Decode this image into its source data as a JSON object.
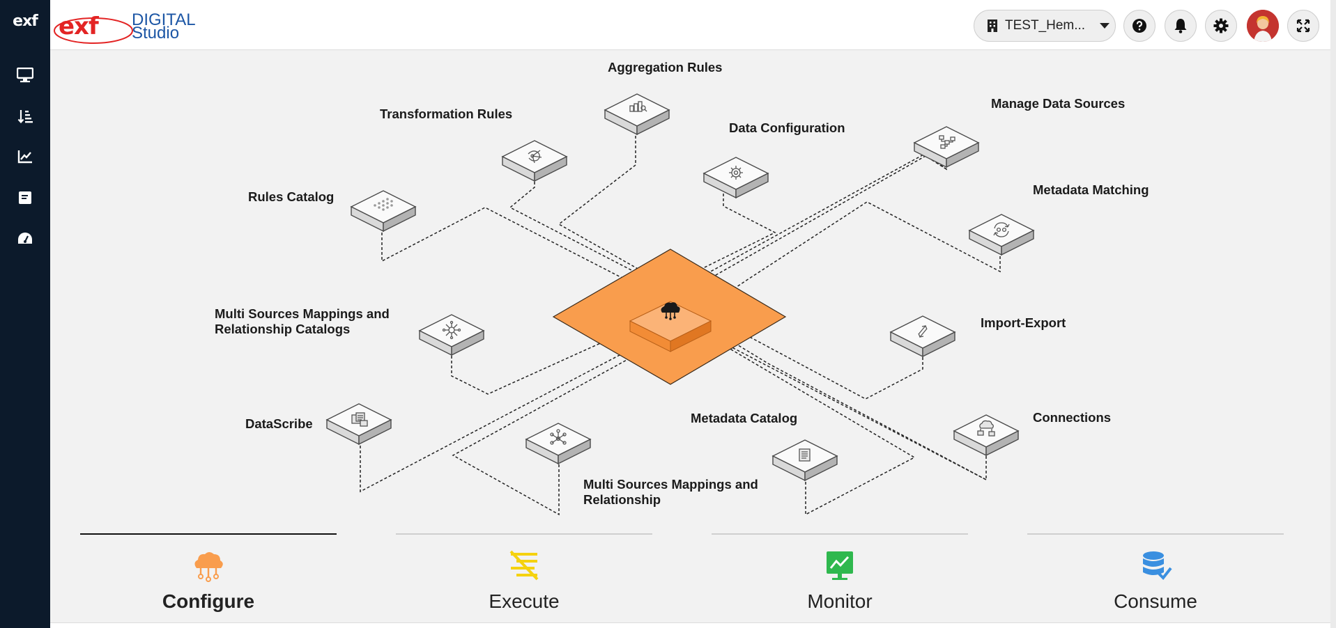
{
  "app": {
    "sidebar_logo": "exf",
    "brand_main": "exf",
    "brand_digital": "DIGITAL",
    "brand_studio": "Studio"
  },
  "sidebar": {
    "items": [
      {
        "icon": "monitor-icon"
      },
      {
        "icon": "sort-list-icon"
      },
      {
        "icon": "line-chart-icon"
      },
      {
        "icon": "document-icon"
      },
      {
        "icon": "dashboard-gauge-icon"
      }
    ]
  },
  "header": {
    "workspace": "TEST_Hem...",
    "workspace_icon": "building-icon",
    "buttons": [
      "help-icon",
      "bell-icon",
      "gear-icon",
      "expand-icon"
    ]
  },
  "diagram": {
    "center_label": "",
    "center_color": "#f99d4d",
    "nodes": [
      {
        "id": "aggregation-rules",
        "label": "Aggregation Rules",
        "icon": "database-search-icon"
      },
      {
        "id": "transformation-rules",
        "label": "Transformation Rules",
        "icon": "circuit-icon"
      },
      {
        "id": "data-configuration",
        "label": "Data Configuration",
        "icon": "gear-icon"
      },
      {
        "id": "manage-data-sources",
        "label": "Manage Data Sources",
        "icon": "hierarchy-icon"
      },
      {
        "id": "rules-catalog",
        "label": "Rules Catalog",
        "icon": "grid-icon"
      },
      {
        "id": "metadata-matching",
        "label": "Metadata Matching",
        "icon": "sync-icon"
      },
      {
        "id": "multi-sources-catalogs",
        "label1": "Multi Sources Mappings and",
        "label2": "Relationship Catalogs",
        "icon": "radial-network-icon"
      },
      {
        "id": "import-export",
        "label": "Import-Export",
        "icon": "swap-arrows-icon"
      },
      {
        "id": "datascribe",
        "label": "DataScribe",
        "icon": "documents-icon"
      },
      {
        "id": "metadata-catalog",
        "label": "Metadata Catalog",
        "icon": "catalog-icon"
      },
      {
        "id": "connections",
        "label": "Connections",
        "icon": "cloud-connect-icon"
      },
      {
        "id": "multi-sources-relationship",
        "label1": "Multi Sources Mappings and",
        "label2": "Relationship",
        "icon": "network-icon"
      }
    ]
  },
  "tabs": [
    {
      "label": "Configure",
      "icon": "cloud-network-icon",
      "color": "#f99d4d",
      "active": true
    },
    {
      "label": "Execute",
      "icon": "execute-lines-icon",
      "color": "#f5d20f",
      "active": false
    },
    {
      "label": "Monitor",
      "icon": "monitor-chart-icon",
      "color": "#2fb84e",
      "active": false
    },
    {
      "label": "Consume",
      "icon": "database-check-icon",
      "color": "#3a8fe0",
      "active": false
    }
  ]
}
